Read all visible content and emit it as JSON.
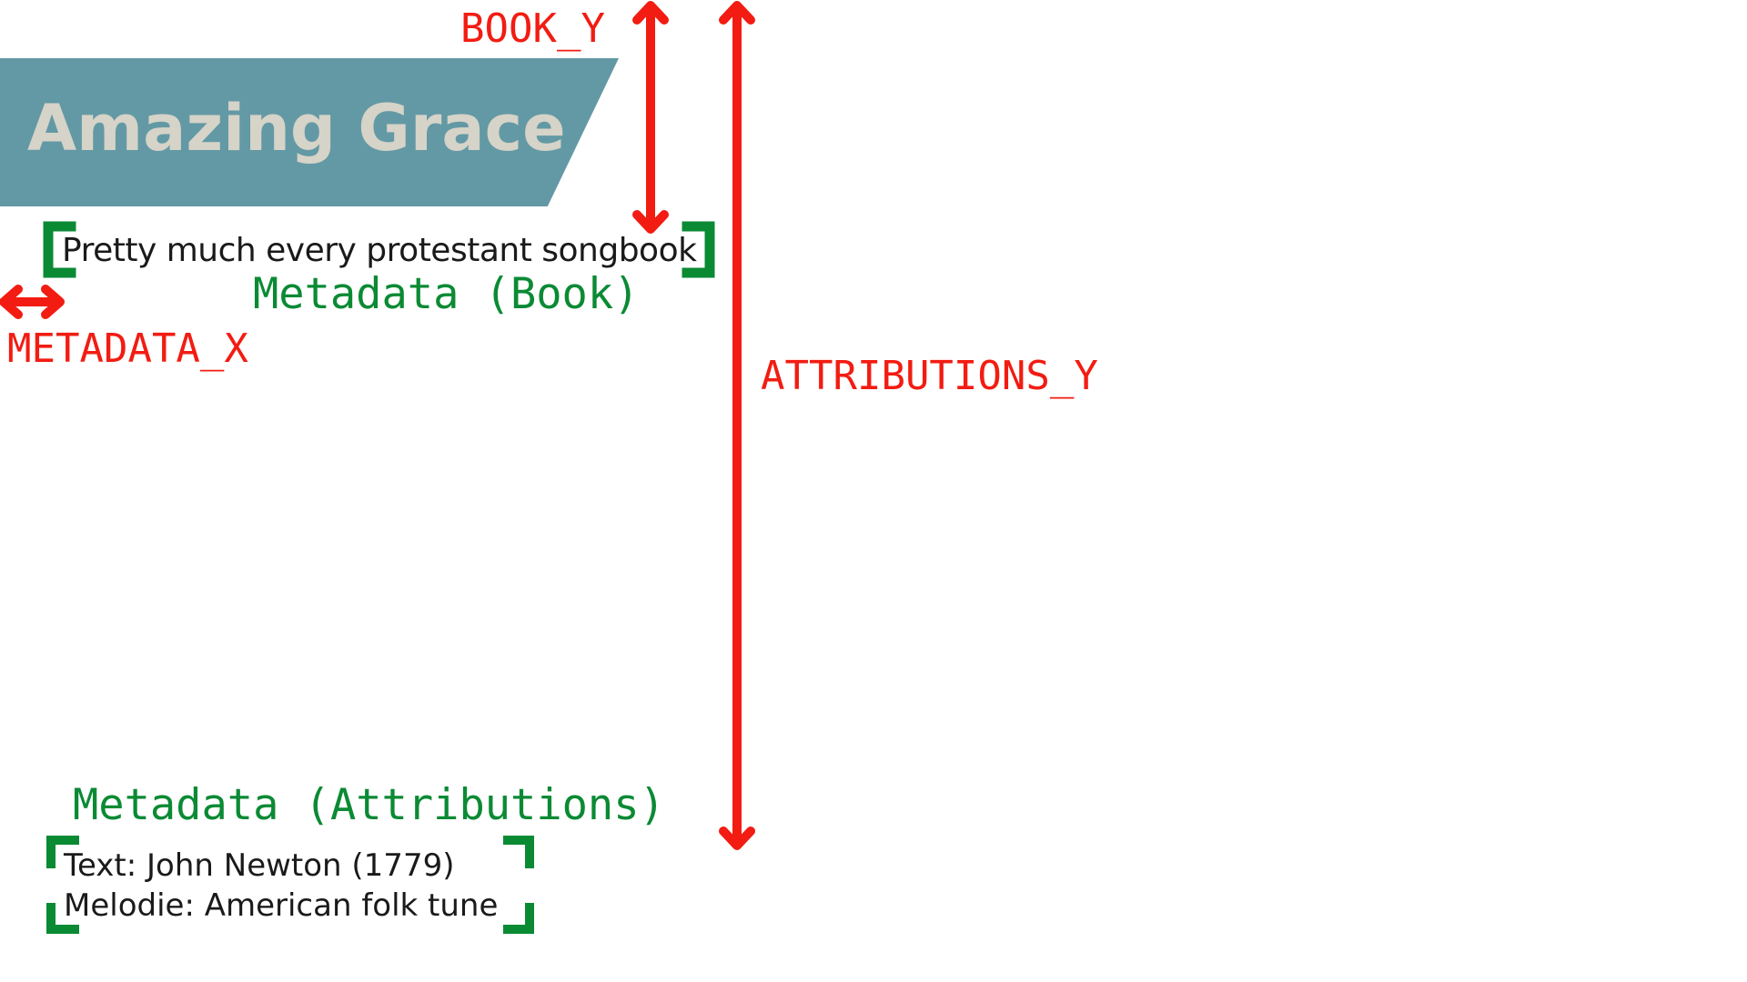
{
  "slide": {
    "title": "Amazing Grace",
    "book": "Pretty much every protestant songbook",
    "attributions": {
      "line1": "Text: John Newton (1779)",
      "line2": "Melodie: American folk tune"
    }
  },
  "annotations": {
    "book_y": "BOOK_Y",
    "metadata_x": "METADATA_X",
    "attributions_y": "ATTRIBUTIONS_Y",
    "metadata_book": "Metadata (Book)",
    "metadata_attributions": "Metadata (Attributions)"
  },
  "colors": {
    "title_band": "#6399a5",
    "title_text": "#d6d3c8",
    "measure_red": "#f21c12",
    "bracket_green": "#0b8a34"
  }
}
